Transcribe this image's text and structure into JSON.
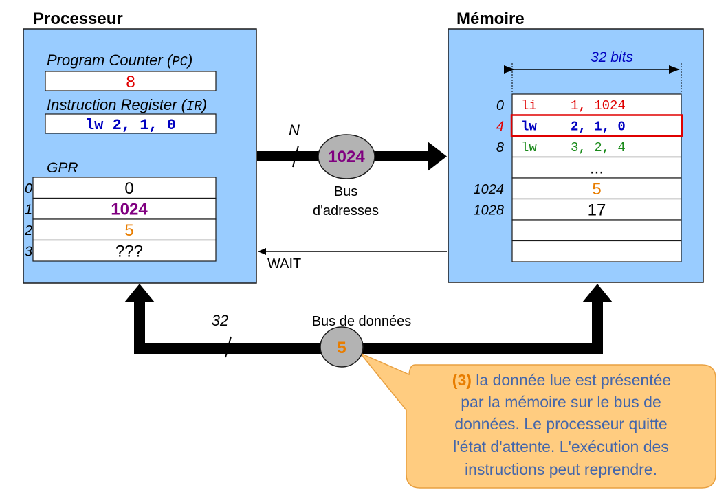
{
  "processor": {
    "title": "Processeur",
    "pc_label": "Program Counter (",
    "pc_abbr": "PC",
    "pc_close": ")",
    "pc_value": "8",
    "ir_label": "Instruction Register (",
    "ir_abbr": "IR",
    "ir_close": ")",
    "ir_value": "lw 2, 1, 0",
    "gpr_label": "GPR",
    "registers": [
      {
        "index": "0",
        "value": "0",
        "color": "#000000"
      },
      {
        "index": "1",
        "value": "1024",
        "color": "#800080"
      },
      {
        "index": "2",
        "value": "5",
        "color": "#e87d00"
      },
      {
        "index": "3",
        "value": "???",
        "color": "#000000"
      }
    ]
  },
  "memory": {
    "title": "Mémoire",
    "width_label": "32 bits",
    "rows": [
      {
        "address": "0",
        "op": "li",
        "args": "1, 1024",
        "color": "#e00000",
        "address_color": "#000000",
        "highlight": false
      },
      {
        "address": "4",
        "op": "lw",
        "args": "2, 1, 0",
        "color": "#0000c0",
        "address_color": "#e00000",
        "highlight": true
      },
      {
        "address": "8",
        "op": "lw",
        "args": "3, 2, 4",
        "color": "#1a8a1a",
        "address_color": "#000000",
        "highlight": false
      },
      {
        "address": "",
        "value": "...",
        "color": "#000000",
        "address_color": "#000000",
        "highlight": false
      },
      {
        "address": "1024",
        "value": "5",
        "color": "#e87d00",
        "address_color": "#000000",
        "highlight": false
      },
      {
        "address": "1028",
        "value": "17",
        "color": "#000000",
        "address_color": "#000000",
        "highlight": false
      },
      {
        "address": "",
        "value": "",
        "color": "#000000",
        "address_color": "#000000",
        "highlight": false
      },
      {
        "address": "",
        "value": "",
        "color": "#000000",
        "address_color": "#000000",
        "highlight": false
      }
    ]
  },
  "address_bus": {
    "width": "N",
    "value": "1024",
    "label_line1": "Bus",
    "label_line2": "d'adresses"
  },
  "wait_signal": "WAIT",
  "data_bus": {
    "width": "32",
    "label": "Bus de données",
    "value": "5"
  },
  "callout": {
    "step": "(3)",
    "lines": [
      " la donnée lue est présentée",
      "par la mémoire sur le bus de",
      "données. Le processeur quitte",
      "l'état d'attente. L'exécution des",
      "instructions peut reprendre."
    ]
  },
  "colors": {
    "box_fill": "#99ccff",
    "red": "#e00000",
    "blue": "#0000c0",
    "purple": "#800080",
    "orange": "#e87d00",
    "green": "#1a8a1a",
    "callout_fill": "#ffcc80",
    "callout_stroke": "#e8a040",
    "node_fill": "#b3b3b3"
  }
}
